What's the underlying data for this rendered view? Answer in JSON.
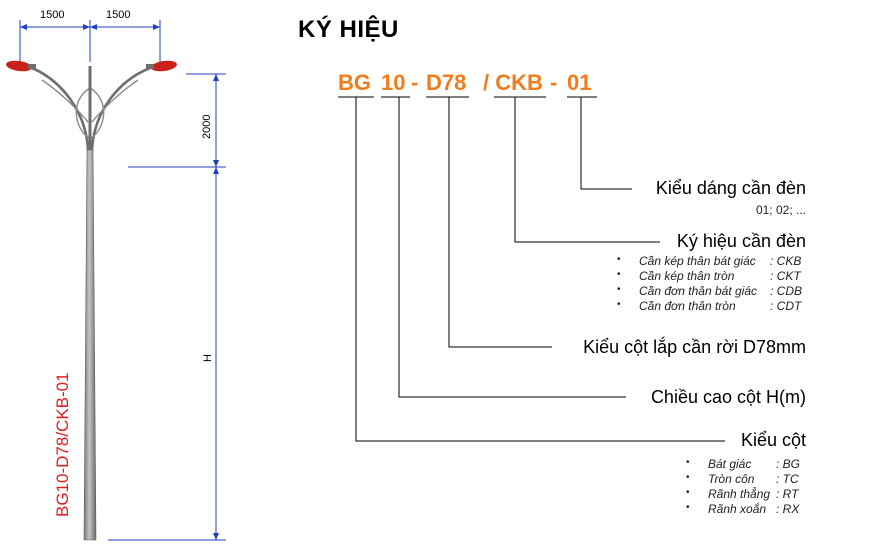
{
  "title": "KÝ HIỆU",
  "code": {
    "part1": "BG",
    "part2": "10",
    "sep1": "-",
    "part3": "D78",
    "part4": "/ CKB",
    "sep2": "-",
    "part5": "01"
  },
  "labels": {
    "kieu_dang": "Kiểu dáng cần đèn",
    "kieu_dang_values": "01; 02; ...",
    "ky_hieu_can": "Ký hiệu cần đèn",
    "ky_hieu_can_items": [
      {
        "name": "Cần kép thân bát giác",
        "code": ": CKB"
      },
      {
        "name": "Cần kép thân tròn",
        "code": ": CKT"
      },
      {
        "name": "Cần đơn thân bát giác",
        "code": ": CDB"
      },
      {
        "name": "Cần đơn thân tròn",
        "code": ": CDT"
      }
    ],
    "kieu_cot_lap": "Kiểu cột lắp cần rời D78mm",
    "chieu_cao": "Chiều cao cột H(m)",
    "kieu_cot": "Kiểu cột",
    "kieu_cot_items": [
      {
        "name": "Bát giác",
        "code": ": BG"
      },
      {
        "name": "Tròn côn",
        "code": ": TC"
      },
      {
        "name": "Rãnh thẳng",
        "code": ": RT"
      },
      {
        "name": "Rãnh xoắn",
        "code": ": RX"
      }
    ]
  },
  "drawing": {
    "dim_left": "1500",
    "dim_right": "1500",
    "dim_arm": "2000",
    "dim_height": "H",
    "pole_code": "BG10-D78/CKB-01",
    "colors": {
      "accent": "#f07c1b",
      "dim_line": "#1f3fbf",
      "dim_text": "#d21f1f",
      "lamp": "#c8201a"
    }
  }
}
